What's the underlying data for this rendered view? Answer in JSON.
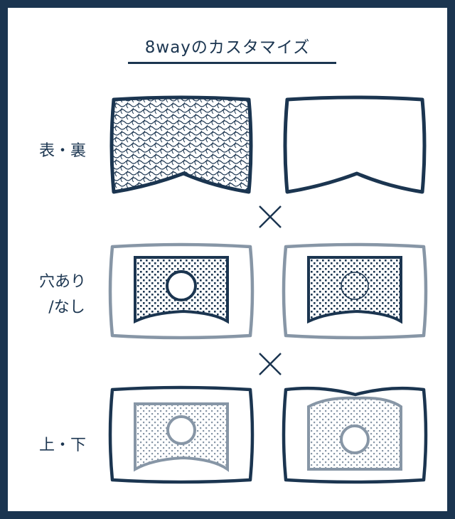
{
  "title": "8wayのカスタマイズ",
  "rows": [
    {
      "label_lines": [
        "表・裏"
      ]
    },
    {
      "label_lines": [
        "穴あり",
        "/なし"
      ]
    },
    {
      "label_lines": [
        "上・下"
      ]
    }
  ],
  "multiply_symbol": "×",
  "colors": {
    "navy": "#1b3550",
    "gray_blue": "#8796a6",
    "background": "#ffffff"
  }
}
